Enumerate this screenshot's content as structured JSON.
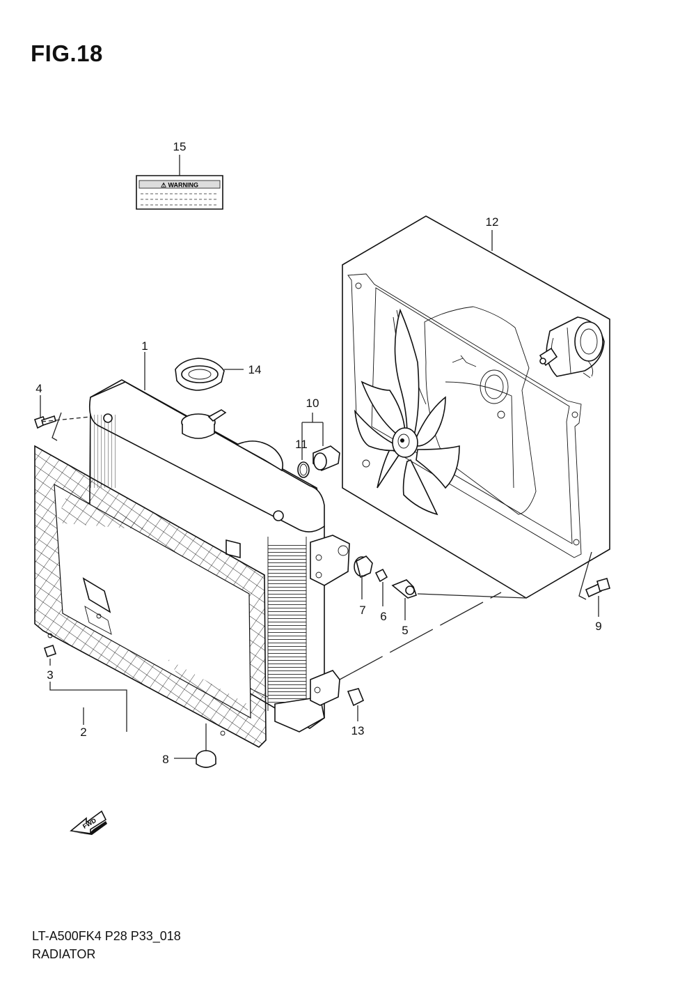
{
  "figure": {
    "title": "FIG.18"
  },
  "footer": {
    "model_code": "LT-A500FK4 P28 P33_018",
    "section_name": "RADIATOR"
  },
  "label": {
    "warning_text": "⚠ WARNING"
  },
  "badge": {
    "fwd_text": "FWD"
  },
  "callouts": {
    "c1": "1",
    "c2": "2",
    "c3": "3",
    "c4": "4",
    "c5": "5",
    "c6": "6",
    "c7": "7",
    "c8": "8",
    "c9": "9",
    "c10": "10",
    "c11": "11",
    "c12": "12",
    "c13": "13",
    "c14": "14",
    "c15": "15"
  }
}
